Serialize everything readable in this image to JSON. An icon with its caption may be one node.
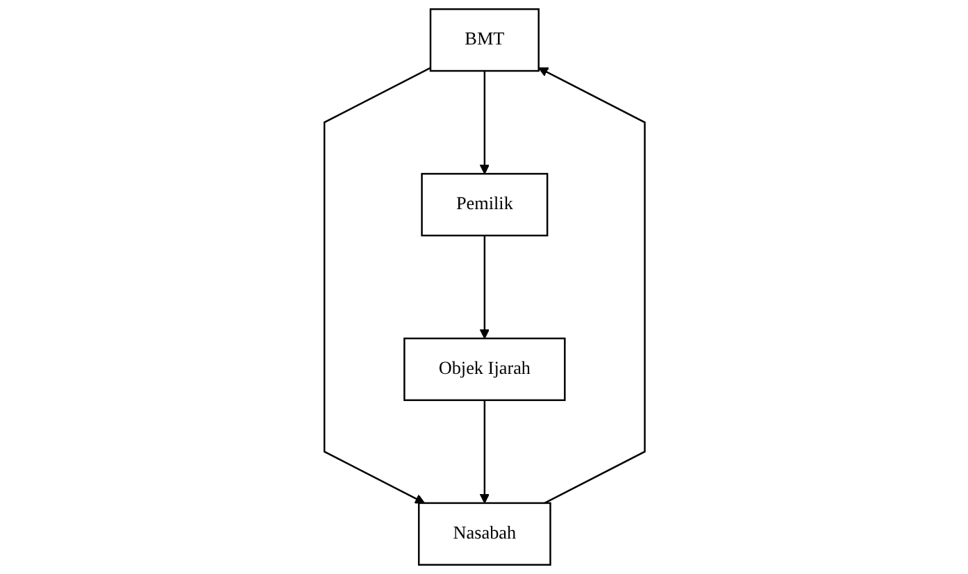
{
  "diagram": {
    "nodes": [
      {
        "text": [
          "BMT"
        ]
      },
      {
        "text": [
          "Nasabah"
        ]
      },
      {
        "text": [
          "Pemilik"
        ]
      },
      {
        "text": [
          "Objek Ijarah"
        ]
      }
    ],
    "edges": [
      {
        "from": 0,
        "to": 1,
        "arrow": "to"
      },
      {
        "from": 1,
        "to": 0,
        "arrow": "to"
      },
      {
        "from": 0,
        "to": 2,
        "arrow": "to"
      },
      {
        "from": 2,
        "to": 3,
        "arrow": "to"
      },
      {
        "from": 3,
        "to": 1,
        "arrow": "to"
      }
    ]
  }
}
